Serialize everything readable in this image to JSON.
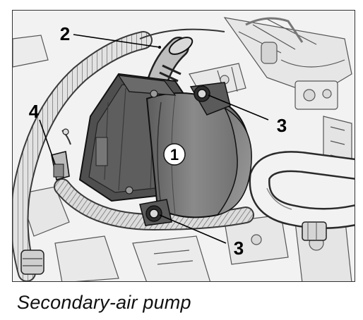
{
  "figure": {
    "caption": "Secondary-air pump",
    "callouts": {
      "pump": "1",
      "hose": "2",
      "bolt_upper": "3",
      "bolt_lower": "3",
      "bracket": "4"
    }
  }
}
